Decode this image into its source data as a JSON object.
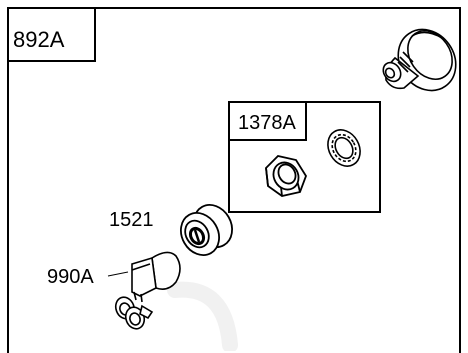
{
  "diagram": {
    "title": "892A",
    "parts": [
      {
        "id": "1378A",
        "label": "1378A"
      },
      {
        "id": "1521",
        "label": "1521"
      },
      {
        "id": "990A",
        "label": "990A"
      }
    ]
  },
  "colors": {
    "line": "#000000",
    "watermark": "#f1f1f1"
  },
  "icons": [
    "ignition-switch-housing-icon",
    "lock-nut-icon",
    "retaining-ring-icon",
    "ignition-switch-icon",
    "ignition-key-icon"
  ]
}
